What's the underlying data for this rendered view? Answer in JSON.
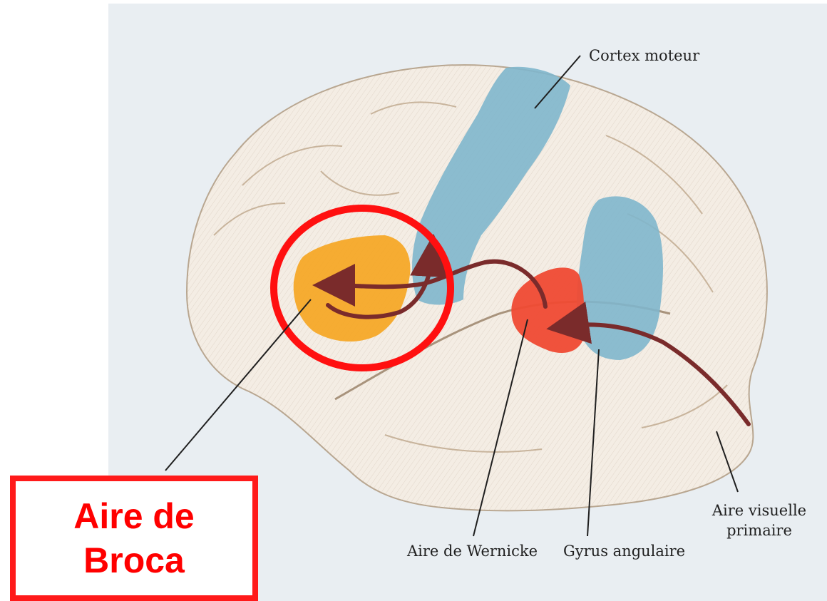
{
  "labels": {
    "cortex_moteur": "Cortex moteur",
    "aire_wernicke": "Aire de Wernicke",
    "gyrus_angulaire": "Gyrus angulaire",
    "aire_visuelle": "Aire visuelle primaire"
  },
  "callout": {
    "text": "Aire de Broca",
    "color": "#ff0000"
  },
  "colors": {
    "background": "#e9eef2",
    "brain": "#f4ede4",
    "motor_cortex": "#7fb6cc",
    "broca_area": "#f5a623",
    "wernicke_area": "#ef4a33",
    "angular_gyrus": "#7fb6cc",
    "pathway_arrow": "#7a2b2b",
    "highlight_circle": "#ff1010"
  }
}
